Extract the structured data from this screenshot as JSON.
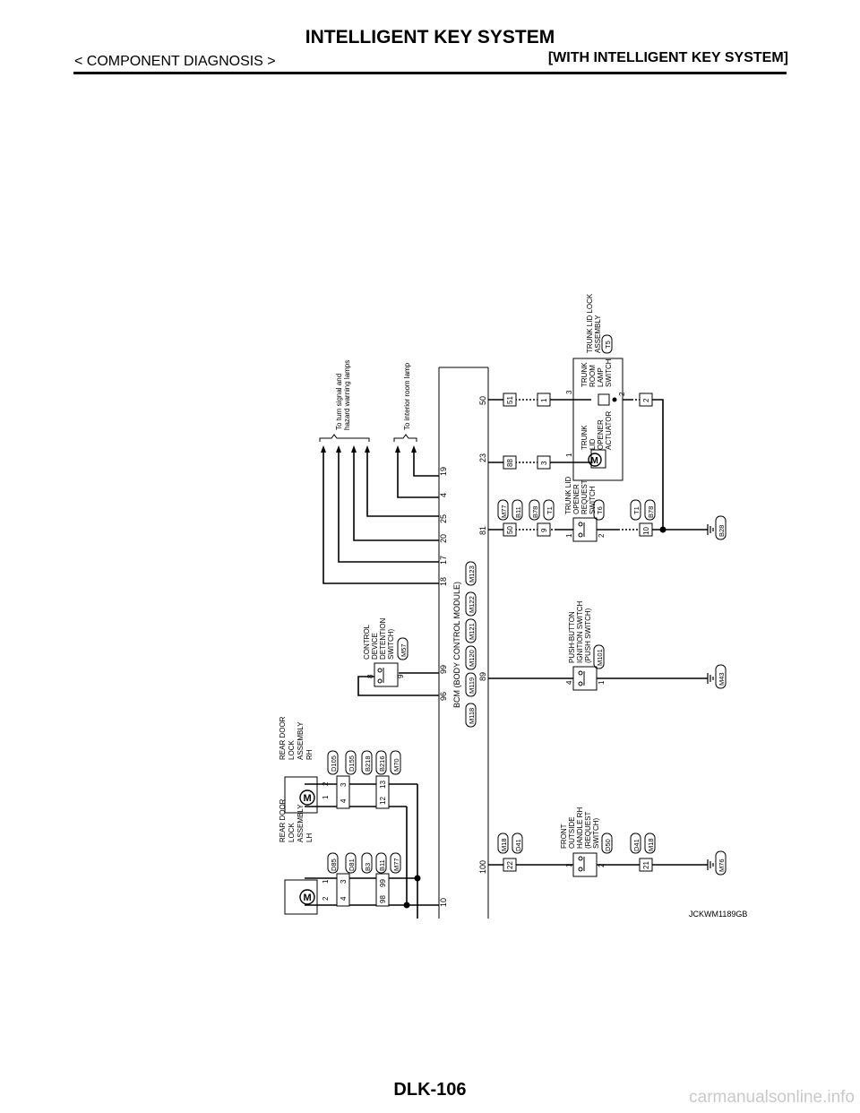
{
  "header": {
    "title": "INTELLIGENT KEY SYSTEM",
    "section": "< COMPONENT DIAGNOSIS >",
    "subtitle": "[WITH INTELLIGENT KEY SYSTEM]"
  },
  "footer": {
    "page": "DLK-106",
    "watermark": "carmanualsonline.info"
  },
  "diagram": {
    "reference": "JCKWM1189GB",
    "bcm": {
      "name": "BCM (BODY CONTROL MODULE)",
      "connectors": [
        "M118",
        "M119",
        "M120",
        "M121",
        "M122",
        "M123"
      ],
      "pins": [
        "10",
        "100",
        "96",
        "99",
        "89",
        "18",
        "17",
        "20",
        "25",
        "4",
        "19",
        "81",
        "23",
        "50"
      ]
    },
    "rear_lh": {
      "name": [
        "REAR DOOR",
        "LOCK",
        "ASSEMBLY",
        "LH"
      ],
      "connectors": [
        "D85",
        "D81",
        "B3",
        "B11",
        "M77"
      ],
      "pins": [
        "2",
        "1",
        "4",
        "3",
        "98",
        "99"
      ]
    },
    "rear_rh": {
      "name": [
        "REAR DOOR",
        "LOCK",
        "ASSEMBLY",
        "RH"
      ],
      "connectors": [
        "D105",
        "D155",
        "B218",
        "B216",
        "M70"
      ],
      "pins": [
        "1",
        "2",
        "4",
        "3",
        "12",
        "13"
      ]
    },
    "cdds": {
      "name": [
        "CONTROL",
        "DEVICE",
        "DETENTION",
        "SWITCH)"
      ],
      "connector": "M57",
      "pins": [
        "8",
        "9"
      ]
    },
    "front_rh": {
      "name": [
        "FRONT",
        "OUTSIDE",
        "HANDLE RH",
        "(REQUEST",
        "SWITCH)"
      ],
      "connectors": [
        "M18",
        "D41",
        "D50",
        "D41",
        "M18"
      ],
      "pins": [
        "22",
        "21",
        "1",
        "2"
      ],
      "ground": "M76"
    },
    "push": {
      "name": [
        "PUSH-BUTTON",
        "IGNITION SWITCH",
        "(PUSH SWITCH)"
      ],
      "connector": "M101",
      "pins": [
        "4",
        "1"
      ],
      "ground": "M43"
    },
    "trunk_req": {
      "name": [
        "TRUNK LID",
        "OPENER",
        "REQUEST",
        "SWITCH"
      ],
      "connectors": [
        "M77",
        "B11",
        "B78",
        "T1",
        "T6",
        "T1",
        "B78"
      ],
      "pins": [
        "50",
        "9",
        "10",
        "1",
        "2"
      ]
    },
    "trunk_lock": {
      "name": [
        "TRUNK LID LOCK",
        "ASSEMBLY"
      ],
      "connector": "T5",
      "actuator": [
        "TRUNK",
        "LID",
        "OPENER",
        "ACTUATOR"
      ],
      "lamp": [
        "TRUNK",
        "ROOM",
        "LAMP",
        "SWITCH"
      ],
      "pins": [
        "88",
        "51",
        "3",
        "1",
        "2",
        "1",
        "3",
        "2"
      ],
      "ground": "B28"
    },
    "notes": {
      "turn": [
        "To turn signal and",
        "hazard warning lamps"
      ],
      "room": "To interior room lamp"
    }
  }
}
